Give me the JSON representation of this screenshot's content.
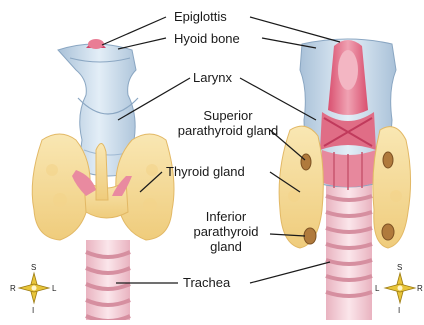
{
  "labels": {
    "epiglottis": "Epiglottis",
    "hyoid_bone": "Hyoid bone",
    "larynx": "Larynx",
    "superior_parathyroid_line1": "Superior",
    "superior_parathyroid_line2": "parathyroid gland",
    "thyroid_gland": "Thyroid gland",
    "inferior_parathyroid_line1": "Inferior",
    "inferior_parathyroid_line2": "parathyroid",
    "inferior_parathyroid_line3": "gland",
    "trachea": "Trachea"
  },
  "compass_left": {
    "top": "S",
    "right": "L",
    "bottom": "I",
    "left": "R"
  },
  "compass_right": {
    "top": "S",
    "right": "R",
    "bottom": "I",
    "left": "L"
  },
  "colors": {
    "thyroid": "#f6dc9a",
    "thyroid_shadow": "#e2b865",
    "larynx": "#cfe0ee",
    "larynx_shadow": "#9fb9d3",
    "pink": "#e4879c",
    "red": "#d2456a",
    "parathyroid": "#b07a3c",
    "compass": "#e8c53a"
  }
}
